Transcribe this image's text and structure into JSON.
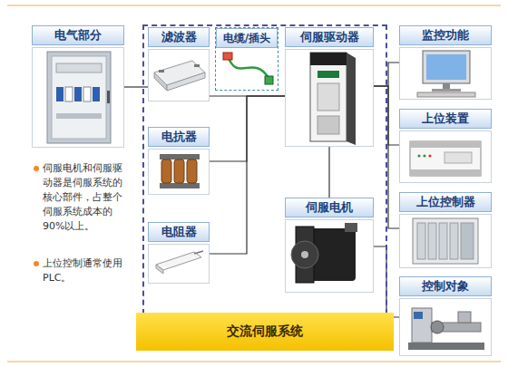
{
  "diagram": {
    "nodes": [
      {
        "text": [
          "电气部分"
        ]
      },
      {
        "text": [
          "交流伺服系统"
        ]
      },
      {
        "text": [
          "滤波器"
        ],
        "in": 1
      },
      {
        "text": [
          "电缆/插头"
        ],
        "in": 1
      },
      {
        "text": [
          "伺服驱动器"
        ],
        "in": 1
      },
      {
        "text": [
          "电抗器"
        ],
        "in": 1
      },
      {
        "text": [
          "伺服电机"
        ],
        "in": 1
      },
      {
        "text": [
          "电阻器"
        ],
        "in": 1
      },
      {
        "text": [
          "监控功能"
        ]
      },
      {
        "text": [
          "上位装置"
        ]
      },
      {
        "text": [
          "上位控制器"
        ]
      },
      {
        "text": [
          "控制对象"
        ]
      }
    ],
    "edges": [
      {
        "from": 0,
        "to": 2,
        "arrow": "none"
      },
      {
        "from": 2,
        "to": 4,
        "arrow": "none"
      },
      {
        "from": 5,
        "to": 4,
        "arrow": "none"
      },
      {
        "from": 7,
        "to": 4,
        "arrow": "none"
      },
      {
        "from": 4,
        "to": 6,
        "arrow": "none"
      },
      {
        "from": 4,
        "to": 8,
        "arrow": "none"
      },
      {
        "from": 4,
        "to": 9,
        "arrow": "none"
      },
      {
        "from": 4,
        "to": 10,
        "arrow": "none"
      },
      {
        "from": 6,
        "to": 11,
        "arrow": "none"
      }
    ],
    "labels": [
      "伺服电机和伺服驱动器是伺服系统的核心部件，占整个伺服系统成本的90%以上。",
      "上位控制通常使用PLC。"
    ]
  }
}
